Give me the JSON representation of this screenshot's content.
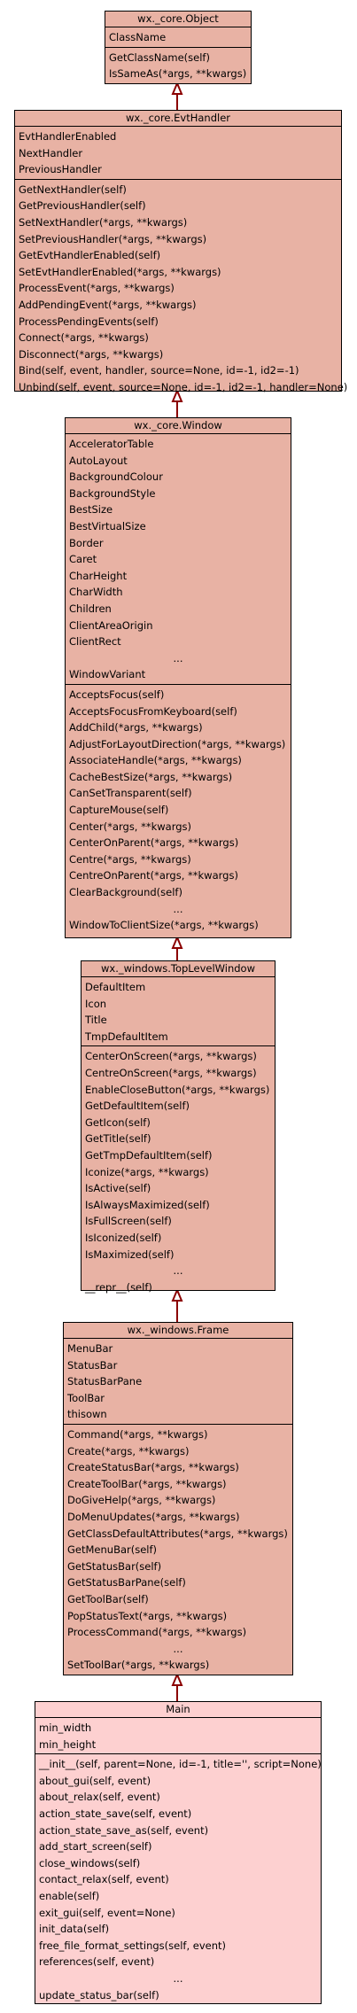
{
  "classes": {
    "object": {
      "title": "wx._core.Object",
      "attributes": [
        "ClassName"
      ],
      "methods": [
        "GetClassName(self)",
        "IsSameAs(*args, **kwargs)"
      ]
    },
    "evthandler": {
      "title": "wx._core.EvtHandler",
      "attributes": [
        "EvtHandlerEnabled",
        "NextHandler",
        "PreviousHandler"
      ],
      "methods": [
        "GetNextHandler(self)",
        "GetPreviousHandler(self)",
        "SetNextHandler(*args, **kwargs)",
        "SetPreviousHandler(*args, **kwargs)",
        "GetEvtHandlerEnabled(self)",
        "SetEvtHandlerEnabled(*args, **kwargs)",
        "ProcessEvent(*args, **kwargs)",
        "AddPendingEvent(*args, **kwargs)",
        "ProcessPendingEvents(self)",
        "Connect(*args, **kwargs)",
        "Disconnect(*args, **kwargs)",
        "Bind(self, event, handler, source=None, id=-1, id2=-1)",
        "Unbind(self, event, source=None, id=-1, id2=-1, handler=None)"
      ]
    },
    "window": {
      "title": "wx._core.Window",
      "attributes": [
        "AcceleratorTable",
        "AutoLayout",
        "BackgroundColour",
        "BackgroundStyle",
        "BestSize",
        "BestVirtualSize",
        "Border",
        "Caret",
        "CharHeight",
        "CharWidth",
        "Children",
        "ClientAreaOrigin",
        "ClientRect",
        "...",
        "WindowVariant"
      ],
      "methods": [
        "AcceptsFocus(self)",
        "AcceptsFocusFromKeyboard(self)",
        "AddChild(*args, **kwargs)",
        "AdjustForLayoutDirection(*args, **kwargs)",
        "AssociateHandle(*args, **kwargs)",
        "CacheBestSize(*args, **kwargs)",
        "CanSetTransparent(self)",
        "CaptureMouse(self)",
        "Center(*args, **kwargs)",
        "CenterOnParent(*args, **kwargs)",
        "Centre(*args, **kwargs)",
        "CentreOnParent(*args, **kwargs)",
        "ClearBackground(self)",
        "...",
        "WindowToClientSize(*args, **kwargs)"
      ]
    },
    "toplevel": {
      "title": "wx._windows.TopLevelWindow",
      "attributes": [
        "DefaultItem",
        "Icon",
        "Title",
        "TmpDefaultItem"
      ],
      "methods": [
        "CenterOnScreen(*args, **kwargs)",
        "CentreOnScreen(*args, **kwargs)",
        "EnableCloseButton(*args, **kwargs)",
        "GetDefaultItem(self)",
        "GetIcon(self)",
        "GetTitle(self)",
        "GetTmpDefaultItem(self)",
        "Iconize(*args, **kwargs)",
        "IsActive(self)",
        "IsAlwaysMaximized(self)",
        "IsFullScreen(self)",
        "IsIconized(self)",
        "IsMaximized(self)",
        "...",
        "__repr__(self)"
      ]
    },
    "frame": {
      "title": "wx._windows.Frame",
      "attributes": [
        "MenuBar",
        "StatusBar",
        "StatusBarPane",
        "ToolBar",
        "thisown"
      ],
      "methods": [
        "Command(*args, **kwargs)",
        "Create(*args, **kwargs)",
        "CreateStatusBar(*args, **kwargs)",
        "CreateToolBar(*args, **kwargs)",
        "DoGiveHelp(*args, **kwargs)",
        "DoMenuUpdates(*args, **kwargs)",
        "GetClassDefaultAttributes(*args, **kwargs)",
        "GetMenuBar(self)",
        "GetStatusBar(self)",
        "GetStatusBarPane(self)",
        "GetToolBar(self)",
        "PopStatusText(*args, **kwargs)",
        "ProcessCommand(*args, **kwargs)",
        "...",
        "SetToolBar(*args, **kwargs)"
      ]
    },
    "main": {
      "title": "Main",
      "attributes": [
        "min_width",
        "min_height"
      ],
      "methods": [
        "__init__(self, parent=None, id=-1, title='', script=None)",
        "about_gui(self, event)",
        "about_relax(self, event)",
        "action_state_save(self, event)",
        "action_state_save_as(self, event)",
        "add_start_screen(self)",
        "close_windows(self)",
        "contact_relax(self, event)",
        "enable(self)",
        "exit_gui(self, event=None)",
        "init_data(self)",
        "free_file_format_settings(self, event)",
        "references(self, event)",
        "...",
        "update_status_bar(self)"
      ]
    }
  },
  "colors": {
    "base_fill": "#e8b2a4",
    "main_fill": "#fdd0d0",
    "edge": "#8b0000"
  }
}
